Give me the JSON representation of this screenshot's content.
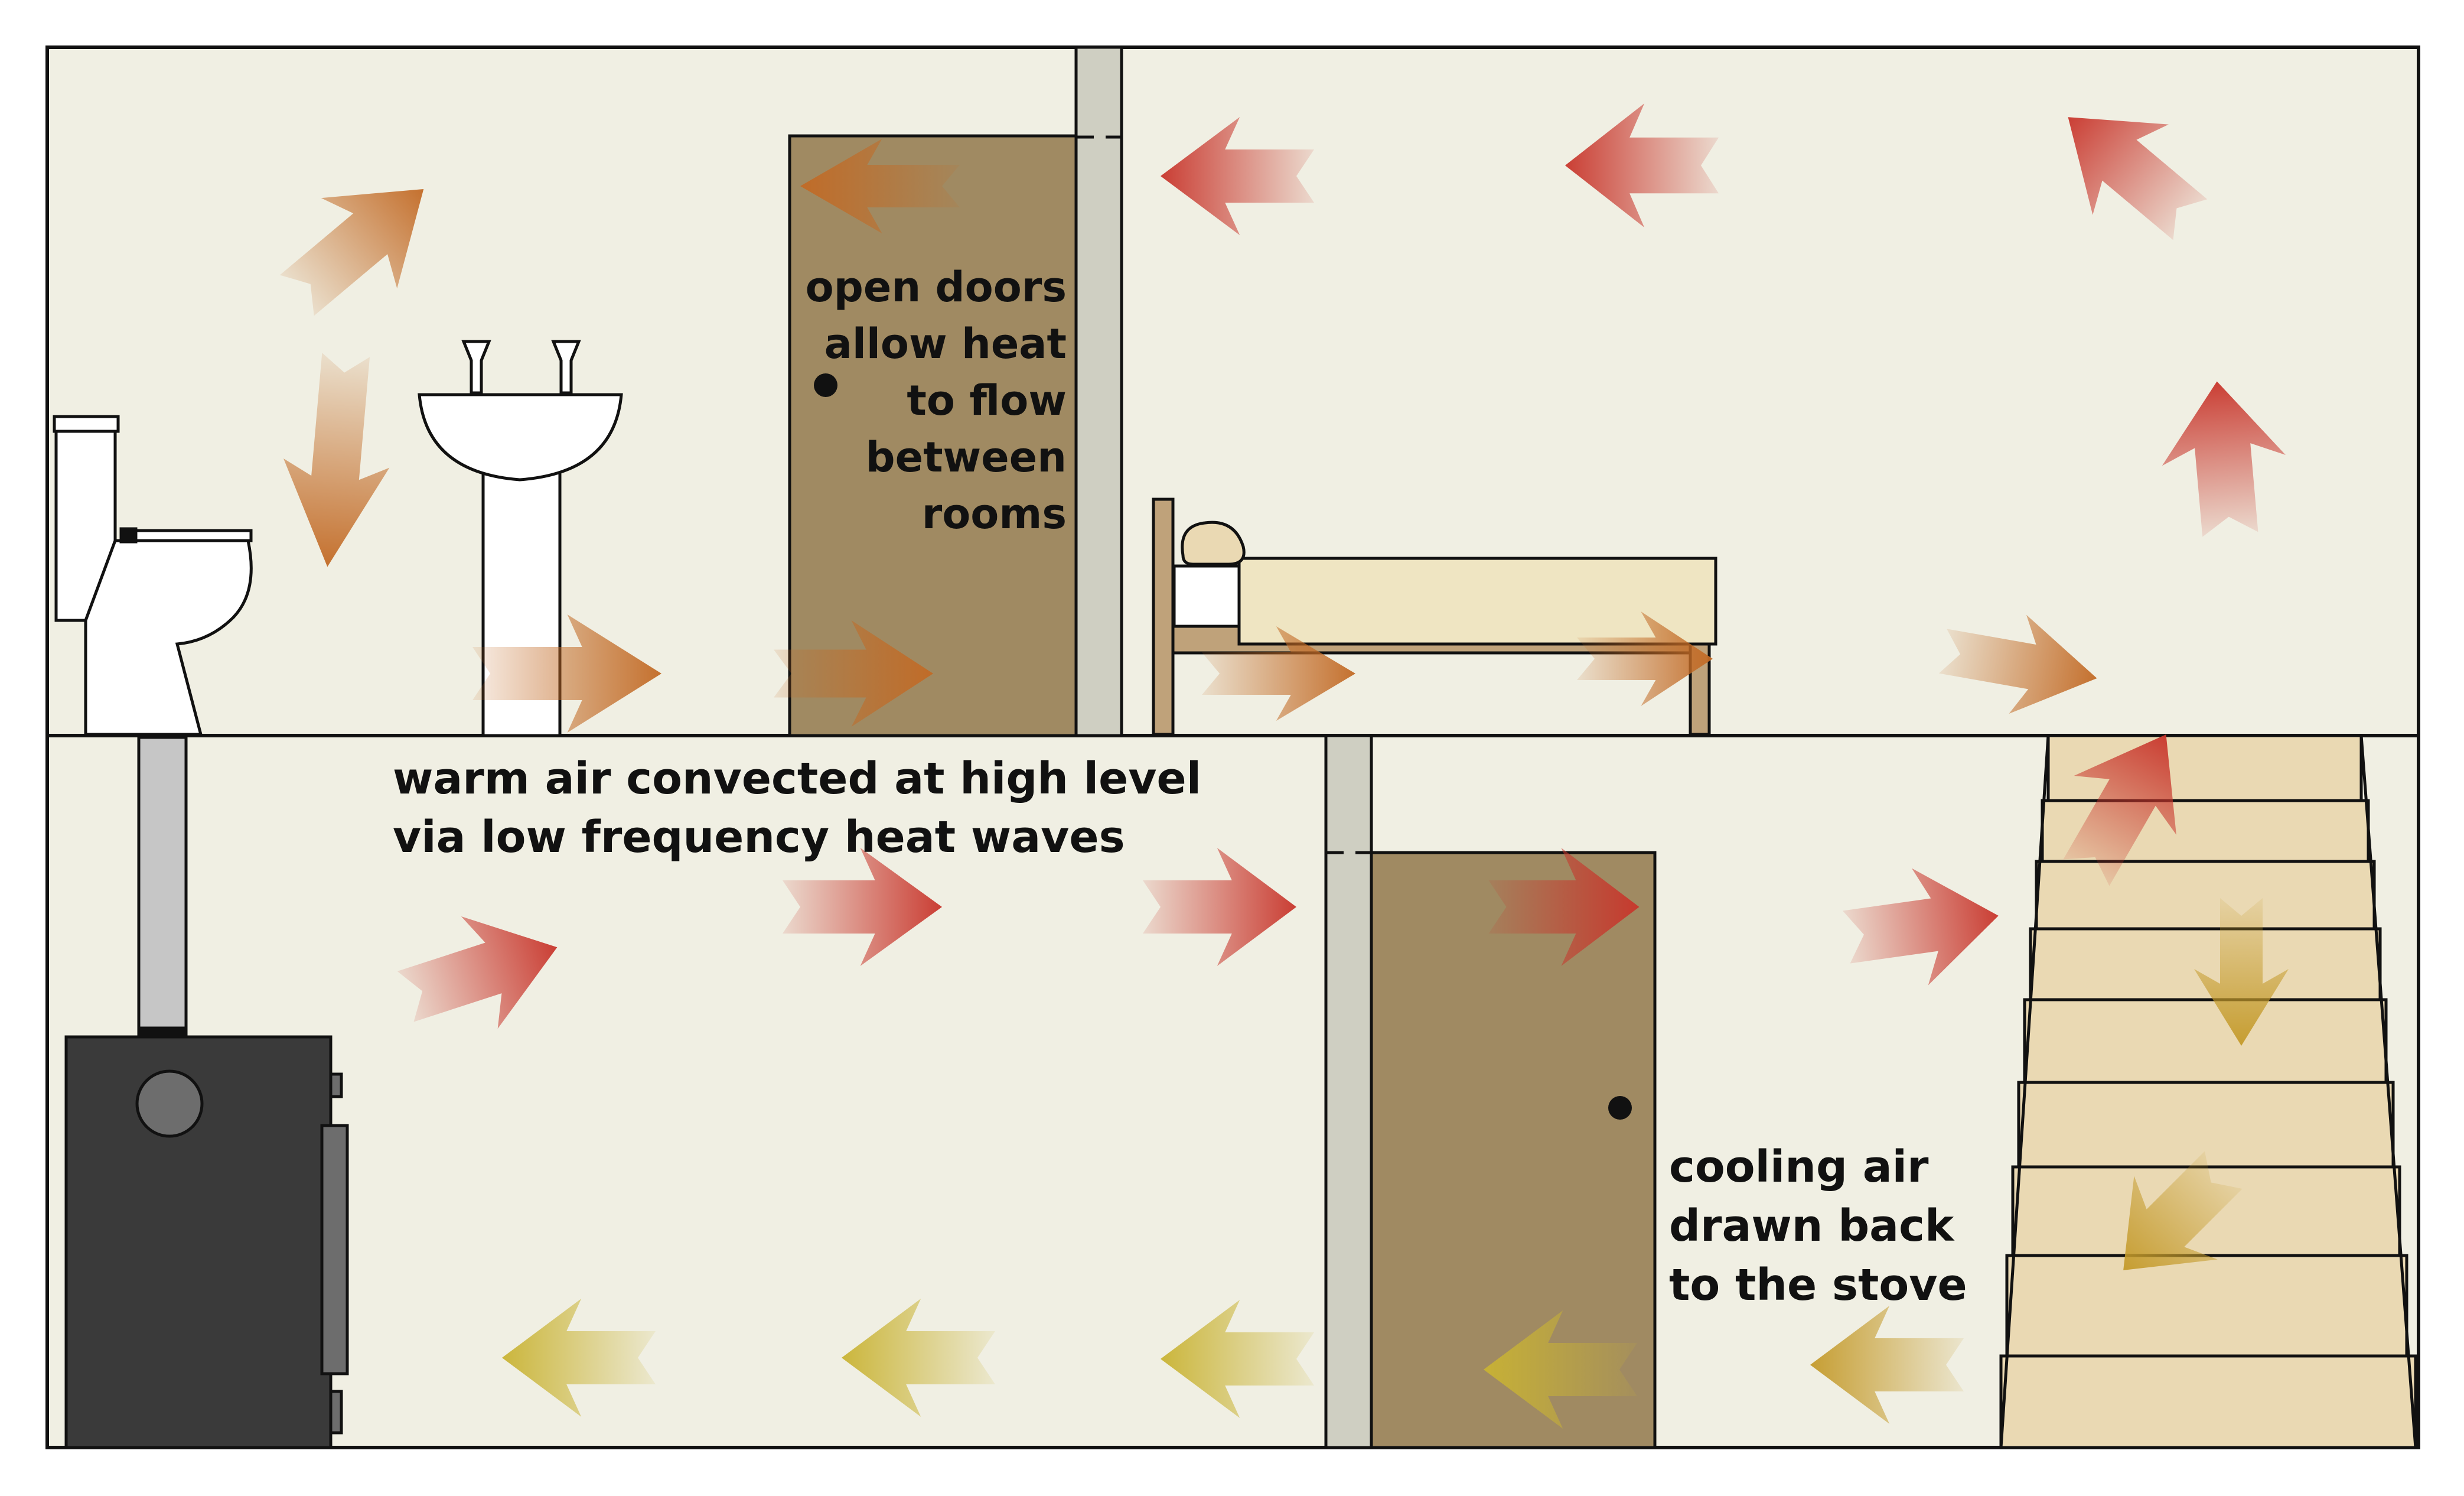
{
  "labels": {
    "doors": [
      "open doors",
      "allow heat",
      "to flow",
      "between",
      "rooms"
    ],
    "warm": [
      "warm air convected at high level",
      "via low frequency heat waves"
    ],
    "cooling": [
      "cooling air",
      "drawn back",
      "to the stove"
    ]
  },
  "colors": {
    "background": "#f0efe3",
    "outline": "#111111",
    "wall": "#cfcfc2",
    "door": "#a08a62",
    "stove": "#3a3a3a",
    "flue": "#c6c6c6",
    "stairs": "#ead9b3",
    "mattress": "#efe5c2",
    "bed_frame": "#bfa27a",
    "hot_arrow": "#c8352b",
    "warm_arrow": "#c26a25",
    "cool_arrow": "#c9b333",
    "stair_arrow": "#c49a2a"
  }
}
